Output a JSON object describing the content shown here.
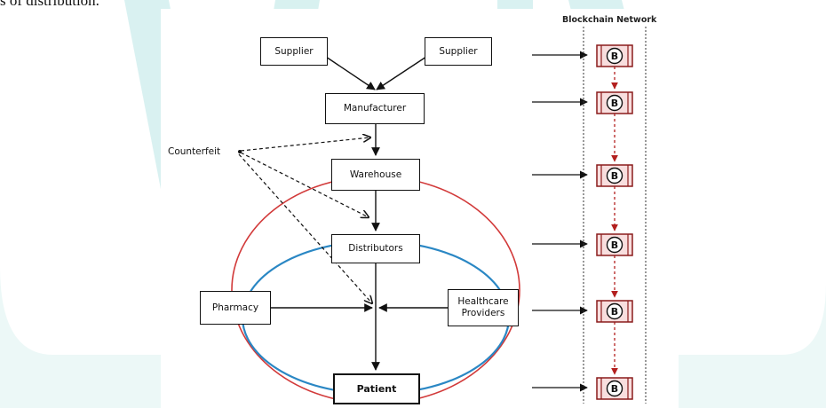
{
  "caption": "s of distribution.",
  "diagram": {
    "nodes": {
      "supplier_left": "Supplier",
      "supplier_right": "Supplier",
      "manufacturer": "Manufacturer",
      "warehouse": "Warehouse",
      "distributors": "Distributors",
      "pharmacy": "Pharmacy",
      "healthcare_line1": "Healthcare",
      "healthcare_line2": "Providers",
      "patient": "Patient"
    },
    "counterfeit_label": "Counterfeit",
    "blockchain_title": "Blockchain Network",
    "block_symbol": "B",
    "colors": {
      "red_ring": "#d23a3a",
      "blue_ring": "#2a87c4",
      "chain_red": "#b3201f",
      "watermark": "#cfeeed"
    }
  }
}
